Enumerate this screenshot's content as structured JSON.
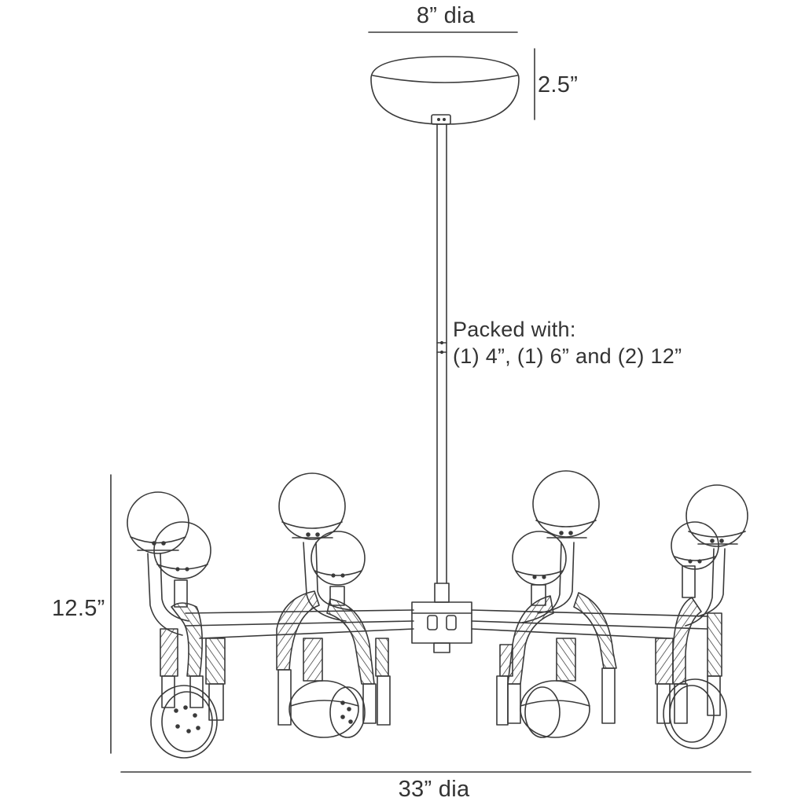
{
  "dimensions": {
    "canopy_diameter": "8” dia",
    "canopy_height": "2.5”",
    "overall_height": "12.5”",
    "overall_diameter": "33” dia"
  },
  "packed_note": {
    "title": "Packed with:",
    "contents": "(1) 4”, (1) 6” and (2) 12”"
  },
  "colors": {
    "line": "#3a3a3a",
    "background": "#ffffff"
  }
}
